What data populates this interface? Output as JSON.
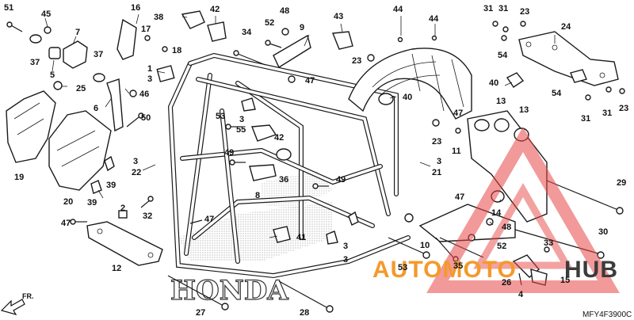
{
  "diagram": {
    "code": "MFY4F3900C",
    "direction_label": "FR.",
    "brand_text": "HONDA",
    "watermark": {
      "part1": "AUTOMOTO",
      "part2": "HUB",
      "color1": "#f39a2b",
      "color2": "#3b3b3b",
      "triangle_color": "#e84545"
    },
    "callouts": [
      "51",
      "45",
      "37",
      "7",
      "5",
      "25",
      "6",
      "19",
      "20",
      "39",
      "39",
      "47",
      "2",
      "32",
      "12",
      "16",
      "17",
      "18",
      "38",
      "1",
      "3",
      "37",
      "46",
      "50",
      "3",
      "22",
      "42",
      "34",
      "52",
      "48",
      "9",
      "47",
      "3",
      "55",
      "53",
      "49",
      "8",
      "42",
      "36",
      "43",
      "23",
      "44",
      "44",
      "40",
      "23",
      "47",
      "49",
      "3",
      "41",
      "47",
      "27",
      "28",
      "3",
      "4",
      "31",
      "31",
      "23",
      "24",
      "54",
      "40",
      "54",
      "31",
      "31",
      "23",
      "13",
      "13",
      "11",
      "3",
      "21",
      "14",
      "47",
      "48",
      "10",
      "52",
      "53",
      "35",
      "33",
      "26",
      "15",
      "29",
      "30"
    ]
  }
}
